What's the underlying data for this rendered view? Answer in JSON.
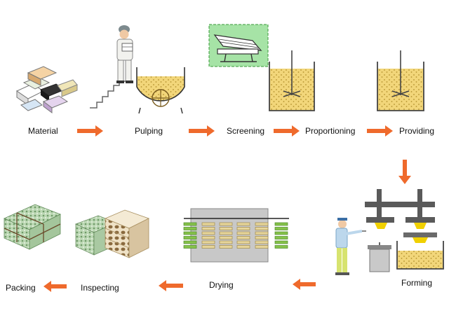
{
  "steps": [
    {
      "label": "Material"
    },
    {
      "label": "Pulping"
    },
    {
      "label": "Screening"
    },
    {
      "label": "Proportioning"
    },
    {
      "label": "Providing"
    },
    {
      "label": "Forming"
    },
    {
      "label": "Drying"
    },
    {
      "label": "Inspecting"
    },
    {
      "label": "Packing"
    }
  ],
  "colors": {
    "arrow": "#ef6a2c",
    "pulp": "#f2d67a",
    "pulp_dots": "#b3922f",
    "tank_stroke": "#444444",
    "screen_bg": "#a6e3a6",
    "dryer_body": "#c8c8c8",
    "tray": "#86c24a",
    "mold": "#f0d000"
  },
  "icons": {
    "material": "paper-bundle-icon",
    "pulping": "pulper-with-worker-icon",
    "screening": "screening-machine-icon",
    "proportioning": "mixing-tank-icon",
    "providing": "supply-tank-icon",
    "forming": "forming-press-icon",
    "drying": "dryer-line-icon",
    "inspecting": "egg-tray-stack-icon",
    "packing": "bundled-trays-icon"
  }
}
